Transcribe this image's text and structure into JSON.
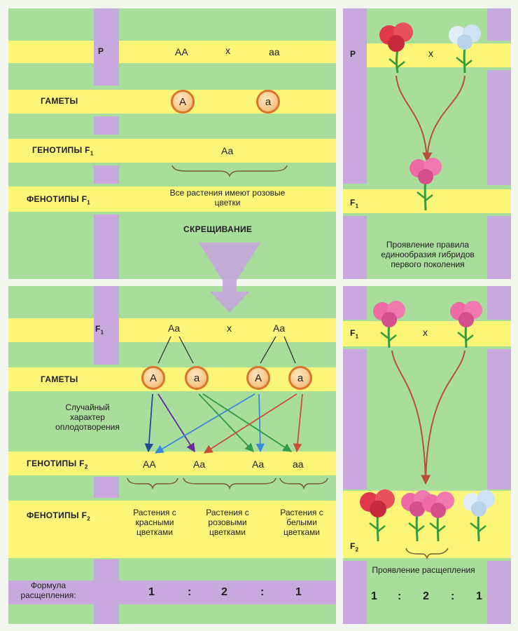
{
  "left_top": {
    "row_p": {
      "label": "P",
      "genotype_1": "AA",
      "cross": "x",
      "genotype_2": "aa"
    },
    "row_gametes": {
      "label": "ГАМЕТЫ",
      "g1": "A",
      "g2": "a"
    },
    "row_f1": {
      "label": "ГЕНОТИПЫ F",
      "sub": "1",
      "genotype": "Aa"
    },
    "row_phen": {
      "label": "ФЕНОТИПЫ F",
      "sub": "1",
      "text": "Все растения имеют розовые цветки"
    },
    "cross_label": "СКРЕЩИВАНИЕ"
  },
  "left_bottom": {
    "row_f1": {
      "label": "F",
      "sub": "1",
      "genotype_1": "Aa",
      "cross": "x",
      "genotype_2": "Aa"
    },
    "row_gametes": {
      "label": "ГАМЕТЫ",
      "g1": "A",
      "g2": "a",
      "g3": "A",
      "g4": "a"
    },
    "random_note": "Случайный характер оплодотворения",
    "row_f2": {
      "label": "ГЕНОТИПЫ F",
      "sub": "2",
      "g1": "AA",
      "g2": "Aa",
      "g3": "Aa",
      "g4": "aa"
    },
    "row_phen": {
      "label": "ФЕНОТИПЫ F",
      "sub": "2",
      "c1": "Растения с красными цветками",
      "c2": "Растения с розовыми цветками",
      "c3": "Растения с белыми цветками"
    },
    "formula": {
      "label": "Формула расщепления:",
      "r1": "1",
      "s1": ":",
      "r2": "2",
      "s2": ":",
      "r3": "1"
    }
  },
  "right_top": {
    "p_label": "P",
    "cross": "x",
    "f1_label": "F",
    "f1_sub": "1",
    "caption": "Проявление правила единообразия гибридов первого поколения"
  },
  "right_bottom": {
    "f1_label": "F",
    "f1_sub": "1",
    "cross": "x",
    "f2_label": "F",
    "f2_sub": "2",
    "caption": "Проявление расщепления",
    "r1": "1",
    "s1": ":",
    "r2": "2",
    "s2": ":",
    "r3": "1"
  },
  "colors": {
    "green": "#a9dd9c",
    "yellow": "#fbf57a",
    "lilac": "#c8a9dd",
    "arrow_brown": "#b8503a",
    "flower_red": "#e03a4a",
    "flower_pink": "#ee6aa6",
    "flower_white": "#dfeefa",
    "stem": "#3a9a3a"
  }
}
